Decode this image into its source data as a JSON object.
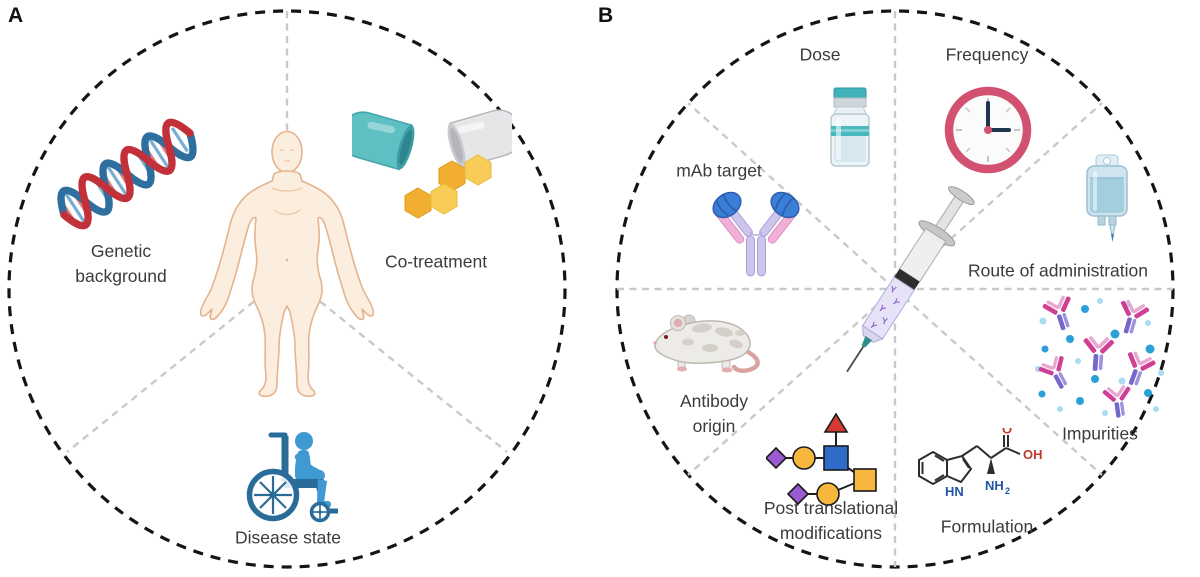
{
  "figure": {
    "panel_a": {
      "label": "A",
      "center_figure": "human-body",
      "sectors": [
        {
          "name": "genetic-background",
          "label": "Genetic background",
          "icon": "dna-icon"
        },
        {
          "name": "co-treatment",
          "label": "Co-treatment",
          "icon": "capsules-icon"
        },
        {
          "name": "disease-state",
          "label": "Disease state",
          "icon": "wheelchair-icon"
        }
      ]
    },
    "panel_b": {
      "label": "B",
      "center_figure": "syringe",
      "syringe_glyph": "Y",
      "sectors": [
        {
          "name": "dose",
          "label": "Dose",
          "icon": "vial-icon"
        },
        {
          "name": "frequency",
          "label": "Frequency",
          "icon": "clock-icon"
        },
        {
          "name": "mab-target",
          "label": "mAb target",
          "icon": "antibody-antigen-icon"
        },
        {
          "name": "route-of-administration",
          "label": "Route of administration",
          "icon": "iv-bag-icon"
        },
        {
          "name": "antibody-origin",
          "label": "Antibody origin",
          "icon": "mouse-icon"
        },
        {
          "name": "post-translational-modifications",
          "label": "Post translational modifications",
          "icon": "glycan-icon"
        },
        {
          "name": "formulation",
          "label": "Formulation",
          "icon": "molecule-icon"
        },
        {
          "name": "impurities",
          "label": "Impurities",
          "icon": "antibody-impurities-icon"
        }
      ],
      "molecule_labels": {
        "o": "O",
        "oh": "OH",
        "hn": "HN",
        "nh": "NH",
        "nh_sub": "2"
      }
    },
    "colors": {
      "outline_circle": "#141414",
      "divider": "#c9c9c9",
      "text": "#3b3b3b",
      "dna_red": "#c2303a",
      "dna_blue": "#2e6fa0",
      "capsule_teal": "#5fc0c3",
      "capsule_white": "#e6e6e8",
      "hex_orange": "#f2ae30",
      "hex_yellow": "#f7cd58",
      "skin": "#fceede",
      "skin_line": "#e4b48e",
      "wheelchair_dark": "#2a6c99",
      "wheelchair_light": "#3f9ad1",
      "vial_teal": "#3fb2ba",
      "clock_ring": "#d25070",
      "clock_hand": "#1f3550",
      "antibody_lavender": "#cdc5ec",
      "antibody_pink": "#f2b0d8",
      "antigen_blue": "#3b7ed8",
      "ivbag_blue": "#cfe4ee",
      "syringe_drug": "#e6e2f7",
      "needle_hub_teal": "#2f8e8a",
      "mouse_gray": "#edebe7",
      "mouse_pink": "#dba3a0",
      "glycan_blue": "#2f6bc8",
      "glycan_yellow": "#f5b73d",
      "glycan_purple": "#9a5bd2",
      "glycan_red": "#d43a32",
      "atom_red": "#c0392b",
      "atom_blue": "#2456a5",
      "impurity_dot": "#2b9fd8",
      "impurity_dot_light": "#aadcf2",
      "impurity_magenta": "#cf3f94",
      "impurity_purple": "#7468cc"
    }
  }
}
